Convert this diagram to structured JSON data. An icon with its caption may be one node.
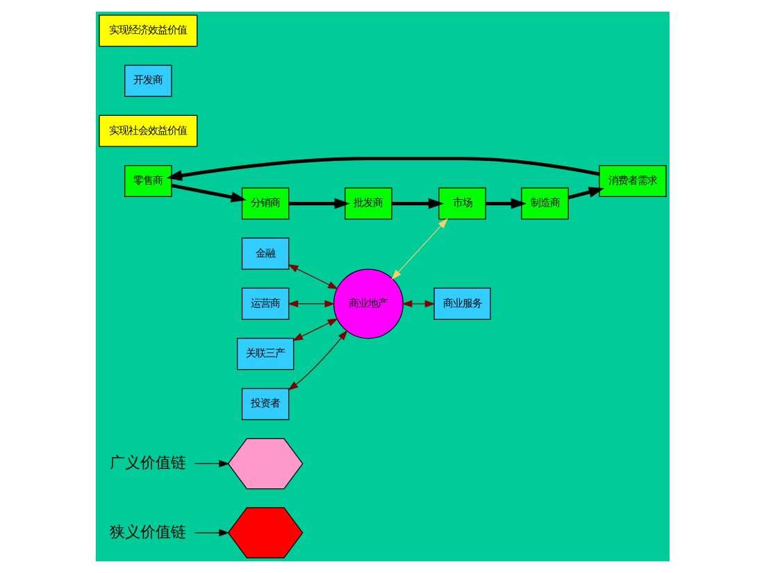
{
  "diagram": {
    "nodes": [
      {
        "text": [],
        "shape": "hexagon"
      },
      {
        "text": [],
        "shape": "hexagon"
      },
      {
        "text": [
          "零售商"
        ]
      },
      {
        "text": [
          "分销商"
        ]
      },
      {
        "text": [
          "批发商"
        ]
      },
      {
        "text": [
          "市场"
        ]
      },
      {
        "text": [
          "制造商"
        ]
      },
      {
        "text": [
          "消费者需求"
        ]
      },
      {
        "text": [
          "实现社会效益价值"
        ]
      },
      {
        "text": [
          "关联三产"
        ]
      },
      {
        "text": [
          "金融"
        ]
      },
      {
        "text": [
          "运营商"
        ]
      },
      {
        "text": [
          "商业地产"
        ]
      },
      {
        "text": [
          "商业服务"
        ]
      },
      {
        "text": [
          "投资者"
        ]
      },
      {
        "text": [
          "开发商"
        ]
      },
      {
        "text": [
          "实现经济效益价值"
        ]
      },
      {
        "text": [
          "广义价值链"
        ]
      },
      {
        "text": [
          "狭义价值链"
        ]
      }
    ],
    "edges": [
      {
        "from": 7,
        "to": 2,
        "arrow": "to",
        "style": "thick"
      },
      {
        "from": 2,
        "to": 3,
        "arrow": "to",
        "style": "thick"
      },
      {
        "from": 3,
        "to": 4,
        "arrow": "to",
        "style": "thick"
      },
      {
        "from": 4,
        "to": 5,
        "arrow": "to",
        "style": "thick"
      },
      {
        "from": 5,
        "to": 6,
        "arrow": "to",
        "style": "thick"
      },
      {
        "from": 6,
        "to": 7,
        "arrow": "to",
        "style": "thick"
      },
      {
        "from": 9,
        "to": 12,
        "arrow": "both",
        "color": "#800000"
      },
      {
        "from": 10,
        "to": 12,
        "arrow": "both",
        "color": "#800000"
      },
      {
        "from": 11,
        "to": 12,
        "arrow": "both",
        "color": "#800000"
      },
      {
        "from": 12,
        "to": 13,
        "arrow": "both",
        "color": "#800000"
      },
      {
        "from": 14,
        "to": 12,
        "arrow": "both",
        "color": "#800000"
      },
      {
        "from": 12,
        "to": 5,
        "arrow": "both",
        "color": "#ffcc66"
      },
      {
        "from": 17,
        "to": 0,
        "arrow": "to"
      },
      {
        "from": 18,
        "to": 1,
        "arrow": "to"
      }
    ]
  }
}
